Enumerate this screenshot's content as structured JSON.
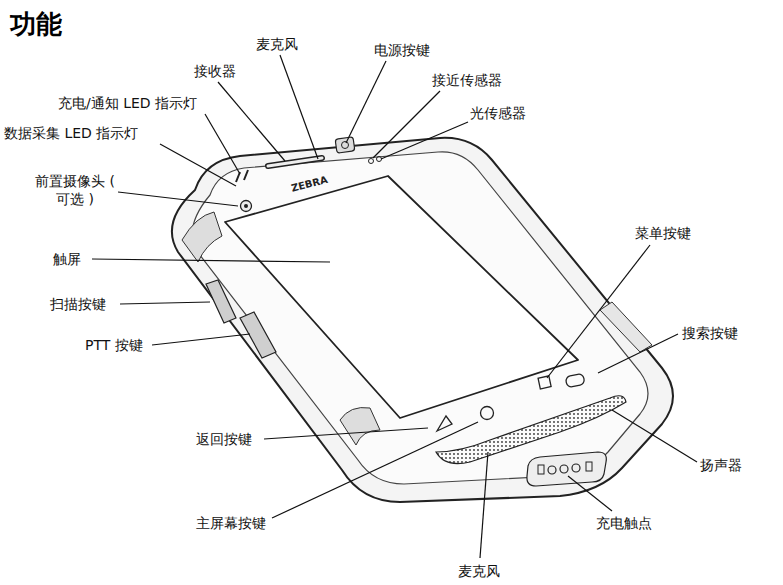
{
  "diagram": {
    "title": "功能",
    "labels": [
      "麦克风",
      "接收器",
      "电源按键",
      "充电/通知 LED 指示灯",
      "接近传感器",
      "光传感器",
      "数据采集 LED 指示灯",
      "前置摄像头 ( 可选 )",
      "ZEBRA",
      "触屏",
      "扫描按键",
      "PTT 按键",
      "菜单按键",
      "搜索按键",
      "返回按键",
      "扬声器",
      "主屏幕按键",
      "充电触点",
      "麦克风"
    ]
  }
}
